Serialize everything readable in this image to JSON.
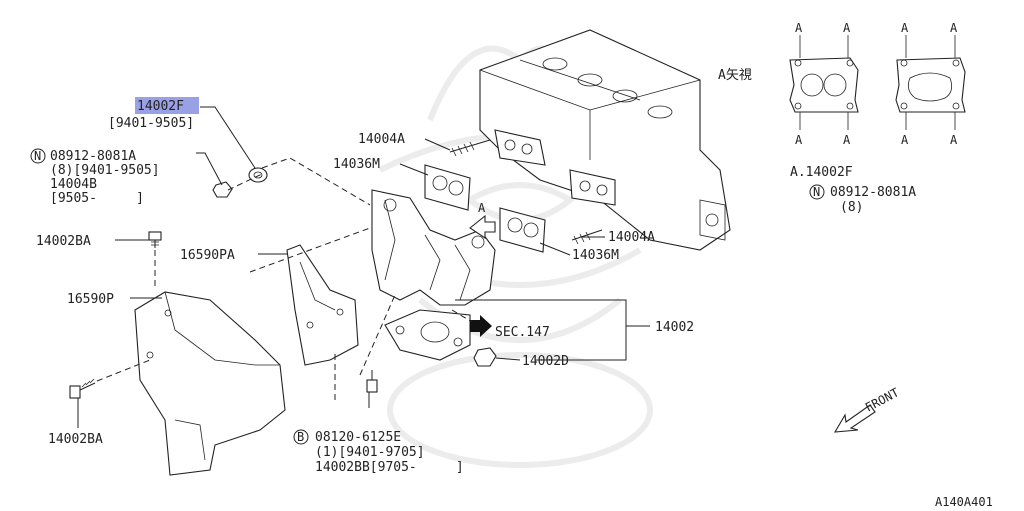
{
  "highlight_color": "#9aa0e6",
  "labels": {
    "p14002f": "14002F",
    "p14002f_date": "[9401-9505]",
    "n_mark": "N",
    "n_08912": "08912-8081A",
    "n_08912_sub": "(8)[9401-9505]",
    "p14004b": "14004B",
    "p14004b_date": "[9505-     ]",
    "p14002ba_top": "14002BA",
    "p16590pa": "16590PA",
    "p16590p": "16590P",
    "p14002ba_bot": "14002BA",
    "b_mark": "B",
    "b_08120": "08120-6125E",
    "b_08120_sub": "(1)[9401-9705]",
    "p14002bb": "14002BB[9705-     ]",
    "p14004a_top": "14004A",
    "p14036m_top": "14036M",
    "p14004a_right": "14004A",
    "p14036m_right": "14036M",
    "arrow_a": "A",
    "sec147": "SEC.147",
    "p14002": "14002",
    "p14002d": "14002D",
    "view_a": "A矢視",
    "a_letter": "A",
    "detail_caption": "A.14002F",
    "detail_n_mark": "N",
    "detail_n_08912": "08912-8081A",
    "detail_n_qty": "(8)",
    "front": "FRONT",
    "figure_id": "A140A401"
  }
}
